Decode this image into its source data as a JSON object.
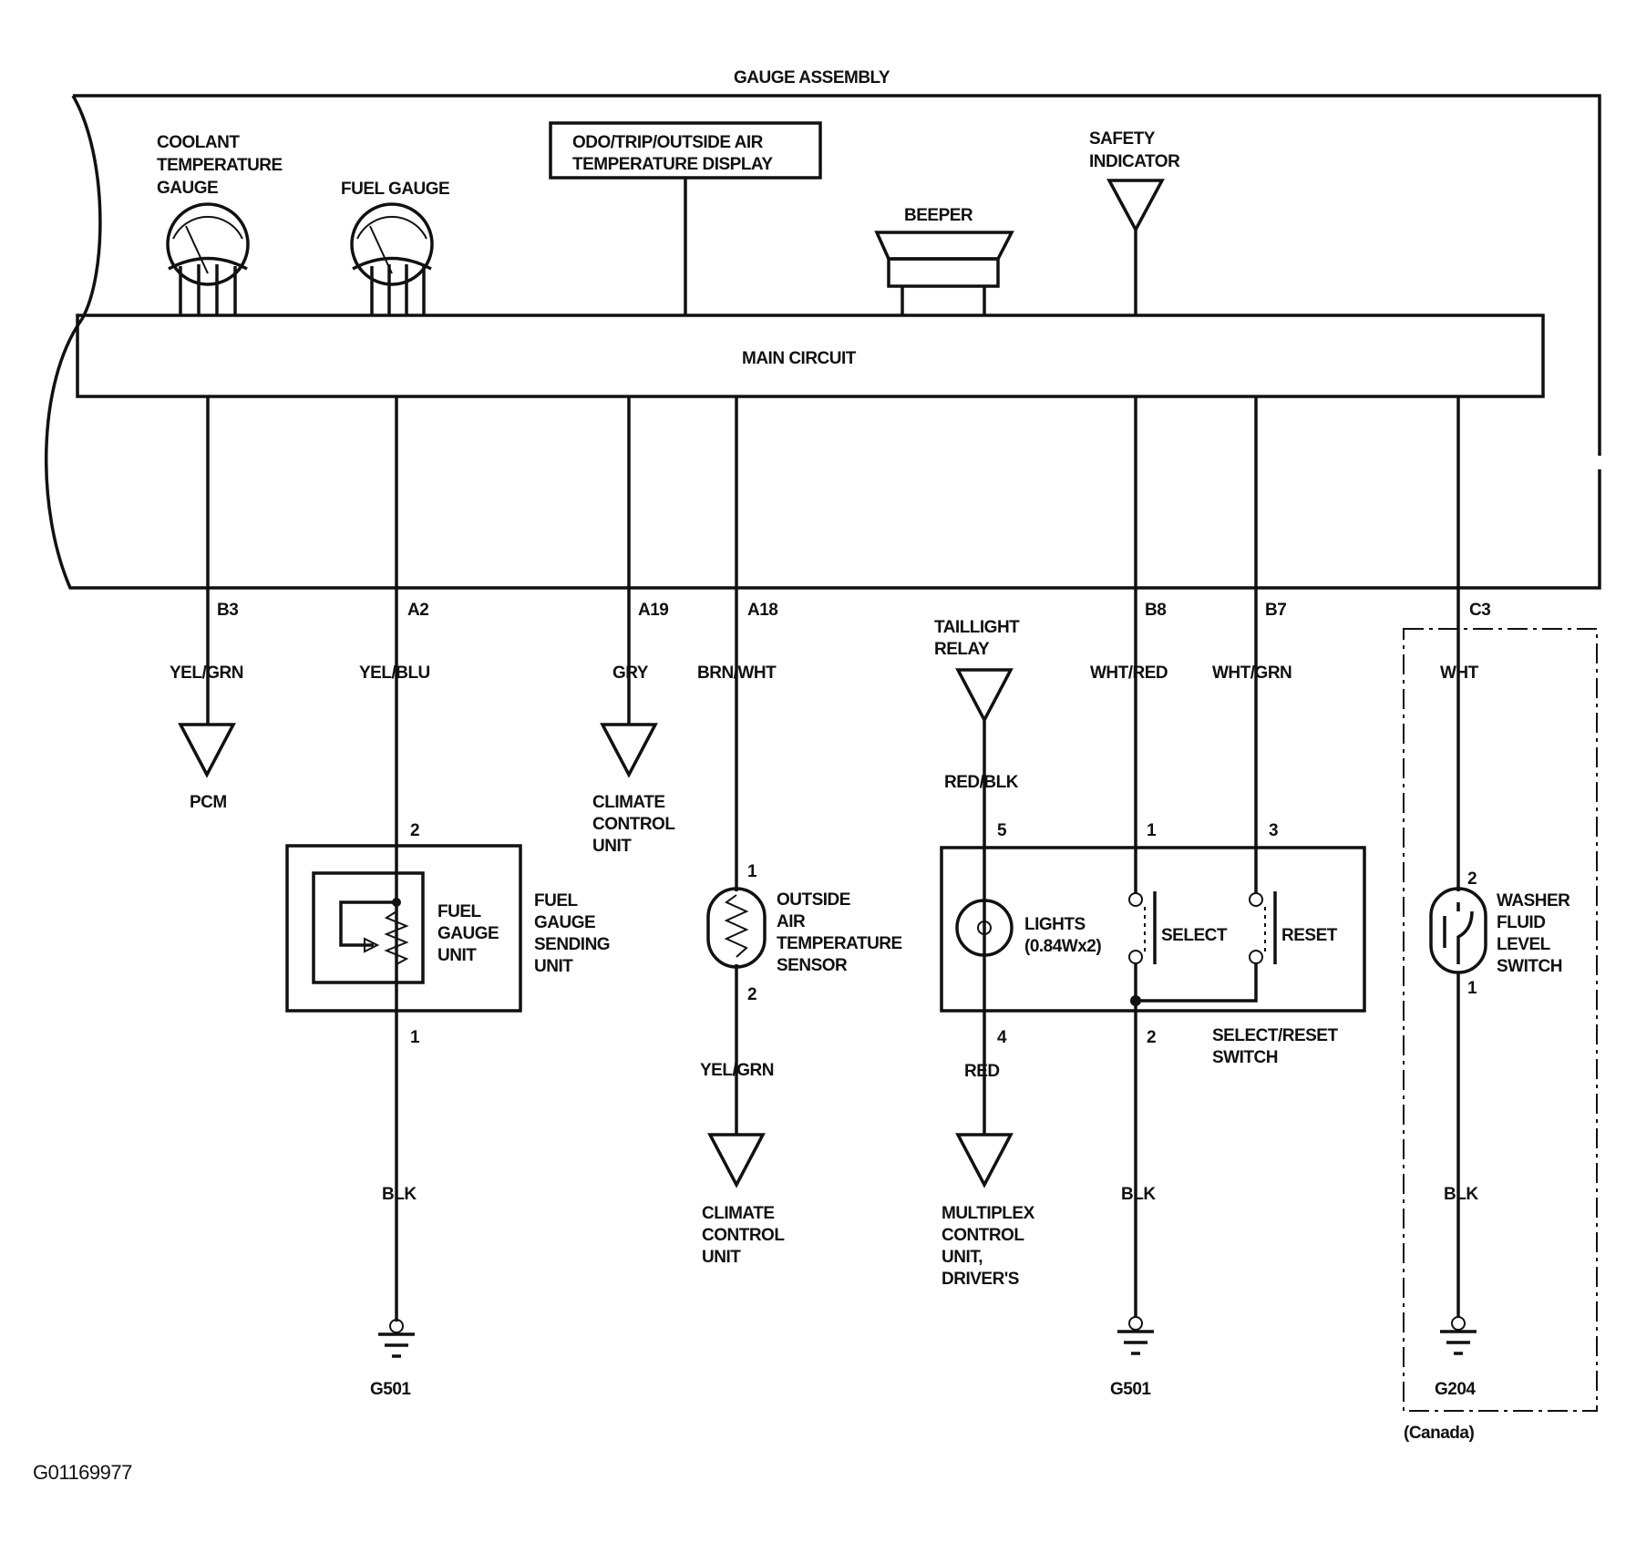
{
  "figure_id": "G01169977",
  "gauge_assembly": {
    "title": "GAUGE ASSEMBLY",
    "main_circuit": "MAIN CIRCUIT",
    "odo_display": [
      "ODO/TRIP/OUTSIDE AIR",
      "TEMPERATURE DISPLAY"
    ],
    "coolant_gauge": [
      "COOLANT",
      "TEMPERATURE",
      "GAUGE"
    ],
    "fuel_gauge": "FUEL GAUGE",
    "beeper": "BEEPER",
    "safety_indicator": [
      "SAFETY",
      "INDICATOR"
    ]
  },
  "circuits": {
    "b3": {
      "terminal": "B3",
      "wire": "YEL/GRN",
      "dest": "PCM"
    },
    "a2": {
      "terminal": "A2",
      "wire": "YEL/BLU",
      "pin_top": "2",
      "pin_bottom": "1",
      "inner": [
        "FUEL",
        "GAUGE",
        "UNIT"
      ],
      "outer": [
        "FUEL",
        "GAUGE",
        "SENDING",
        "UNIT"
      ],
      "ground_wire": "BLK",
      "ground": "G501"
    },
    "a19": {
      "terminal": "A19",
      "wire": "GRY",
      "dest": [
        "CLIMATE",
        "CONTROL",
        "UNIT"
      ]
    },
    "a18": {
      "terminal": "A18",
      "wire": "BRN/WHT",
      "pin_top": "1",
      "pin_bottom": "2",
      "sensor": [
        "OUTSIDE",
        "AIR",
        "TEMPERATURE",
        "SENSOR"
      ],
      "wire_bottom": "YEL/GRN",
      "dest": [
        "CLIMATE",
        "CONTROL",
        "UNIT"
      ]
    },
    "taillight": {
      "source": [
        "TAILLIGHT",
        "RELAY"
      ],
      "wire": "RED/BLK",
      "pin_top": "5",
      "pin_bottom": "4",
      "lights": [
        "LIGHTS",
        "(0.84Wx2)"
      ],
      "wire_bottom": "RED",
      "dest": [
        "MULTIPLEX",
        "CONTROL",
        "UNIT,",
        "DRIVER'S"
      ]
    },
    "b8": {
      "terminal": "B8",
      "wire": "WHT/RED",
      "pin_top": "1",
      "pin_bottom": "2",
      "switch": "SELECT",
      "ground_wire": "BLK",
      "ground": "G501"
    },
    "b7": {
      "terminal": "B7",
      "wire": "WHT/GRN",
      "pin_top": "3",
      "switch": "RESET"
    },
    "switch_name": [
      "SELECT/RESET",
      "SWITCH"
    ],
    "c3": {
      "terminal": "C3",
      "wire": "WHT",
      "pin_top": "2",
      "pin_bottom": "1",
      "switch": [
        "WASHER",
        "FLUID",
        "LEVEL",
        "SWITCH"
      ],
      "ground_wire": "BLK",
      "ground": "G204",
      "note": "(Canada)"
    }
  }
}
